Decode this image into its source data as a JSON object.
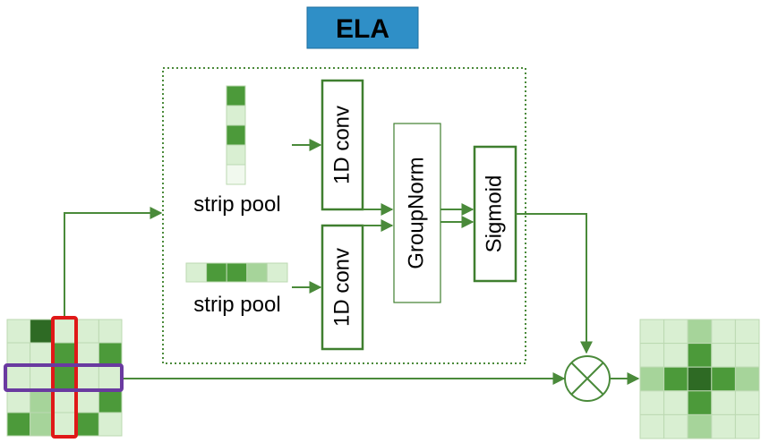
{
  "title": "ELA",
  "colors": {
    "title_bg": "#2f8fc7",
    "line": "#4a8a3a",
    "box_border": "#3f7f2f",
    "cell_dark": "#2e6a24",
    "cell_mid": "#4c9a3a",
    "cell_light": "#a6d49a",
    "cell_pale": "#d9efd2",
    "cell_white": "#f1f9ee",
    "highlight_col": "#e01818",
    "highlight_row": "#6a3aa0"
  },
  "blocks": {
    "strip_pool_top": "strip pool",
    "strip_pool_bottom": "strip pool",
    "conv_top": "1D conv",
    "conv_bottom": "1D conv",
    "groupnorm": "GroupNorm",
    "sigmoid": "Sigmoid"
  },
  "strip_vertical": [
    "mid",
    "pale",
    "mid",
    "pale",
    "white"
  ],
  "strip_horizontal": [
    "pale",
    "mid",
    "mid",
    "light",
    "pale"
  ],
  "input_grid": [
    [
      "pale",
      "dark",
      "pale",
      "pale",
      "pale"
    ],
    [
      "pale",
      "pale",
      "mid",
      "pale",
      "mid"
    ],
    [
      "pale",
      "pale",
      "mid",
      "pale",
      "pale"
    ],
    [
      "pale",
      "light",
      "pale",
      "pale",
      "mid"
    ],
    [
      "mid",
      "light",
      "pale",
      "mid",
      "pale"
    ]
  ],
  "output_grid": [
    [
      "pale",
      "pale",
      "light",
      "pale",
      "pale"
    ],
    [
      "pale",
      "pale",
      "mid",
      "pale",
      "pale"
    ],
    [
      "light",
      "mid",
      "dark",
      "mid",
      "light"
    ],
    [
      "pale",
      "pale",
      "mid",
      "pale",
      "pale"
    ],
    [
      "pale",
      "pale",
      "light",
      "pale",
      "pale"
    ]
  ]
}
